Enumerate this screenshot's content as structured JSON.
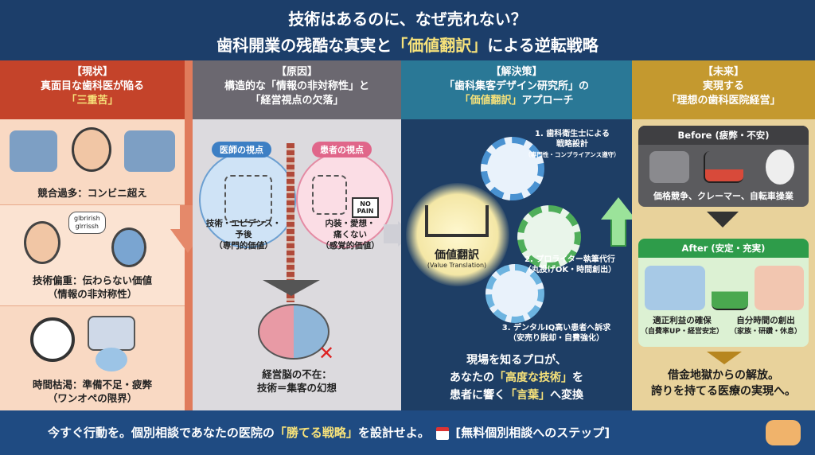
{
  "title": {
    "line1": "技術はあるのに、なぜ売れない？",
    "line2_pre": "歯科開業の残酷な真実と",
    "line2_highlight": "「価値翻訳」",
    "line2_post": "による逆転戦略"
  },
  "columns": [
    {
      "tag": "【現状】",
      "line1": "真面目な歯科医が陥る",
      "highlight": "「三重苦」"
    },
    {
      "tag": "【原因】",
      "line1": "構造的な「情報の非対称性」と",
      "line2": "「経営視点の欠落」"
    },
    {
      "tag": "【解決策】",
      "line1": "「歯科集客デザイン研究所」の",
      "highlight": "「価値翻訳」",
      "line2_post": "アプローチ"
    },
    {
      "tag": "【未来】",
      "line1": "実現する",
      "line2": "「理想の歯科医院経営」"
    }
  ],
  "status": {
    "items": [
      {
        "caption": "競合過多：コンビニ超え"
      },
      {
        "speech1": "glbrirish",
        "speech2": "glrrissh",
        "caption": "技術偏重：伝わらない価値",
        "sub": "（情報の非対称性）"
      },
      {
        "caption": "時間枯渇：準備不足・疲弊",
        "sub": "（ワンオペの限界）"
      }
    ]
  },
  "cause": {
    "doctor_label": "医師の視点",
    "patient_label": "患者の視点",
    "no_pain": "NO PAIN",
    "doctor_text": [
      "技術・エビデンス・",
      "予後",
      "（専門的価値）"
    ],
    "patient_text": [
      "内装・愛想・",
      "痛くない",
      "（感覚的価値）"
    ],
    "brain_text": [
      "経営脳の不在：",
      "技術＝集客の幻想"
    ]
  },
  "solution": {
    "center_label": "価値翻訳",
    "center_sub": "(Value Translation)",
    "steps": [
      {
        "title": "1. 歯科衛生士による",
        "title2": "戦略設計",
        "sub": "（専門性・コンプライアンス遵守）"
      },
      {
        "title": "2. プロライター執筆代行",
        "sub": "（丸投げOK・時間創出）"
      },
      {
        "title": "3. デンタルIQ高い患者へ訴求",
        "sub": "（安売り脱却・自費強化）"
      }
    ],
    "message": {
      "l1": "現場を知るプロが、",
      "l2_pre": "あなたの",
      "l2_hl": "「高度な技術」",
      "l2_post": "を",
      "l3_pre": "患者に響く",
      "l3_hl": "「言葉」",
      "l3_post": "へ変換"
    }
  },
  "future": {
    "before_title": "Before (疲弊・不安)",
    "before_text": "価格競争、クレーマー、自転車操業",
    "after_title": "After (安定・充実)",
    "after_items": [
      {
        "title": "適正利益の確保",
        "sub": "（自費率UP・経営安定）"
      },
      {
        "title": "自分時間の創出",
        "sub": "（家族・研鑽・休息）"
      }
    ],
    "closing": [
      "借金地獄からの解放。",
      "誇りを持てる医療の実現へ。"
    ]
  },
  "footer": {
    "pre": "今すぐ行動を。個別相談であなたの医院の",
    "hl": "「勝てる戦略」",
    "post": "を設計せよ。",
    "cta": "[無料個別相談へのステップ]"
  },
  "colors": {
    "navy": "#1c3e6a",
    "red": "#c4432a",
    "gray": "#6b6870",
    "teal": "#2a7896",
    "gold": "#c4992f",
    "highlight": "#f7e27a"
  }
}
